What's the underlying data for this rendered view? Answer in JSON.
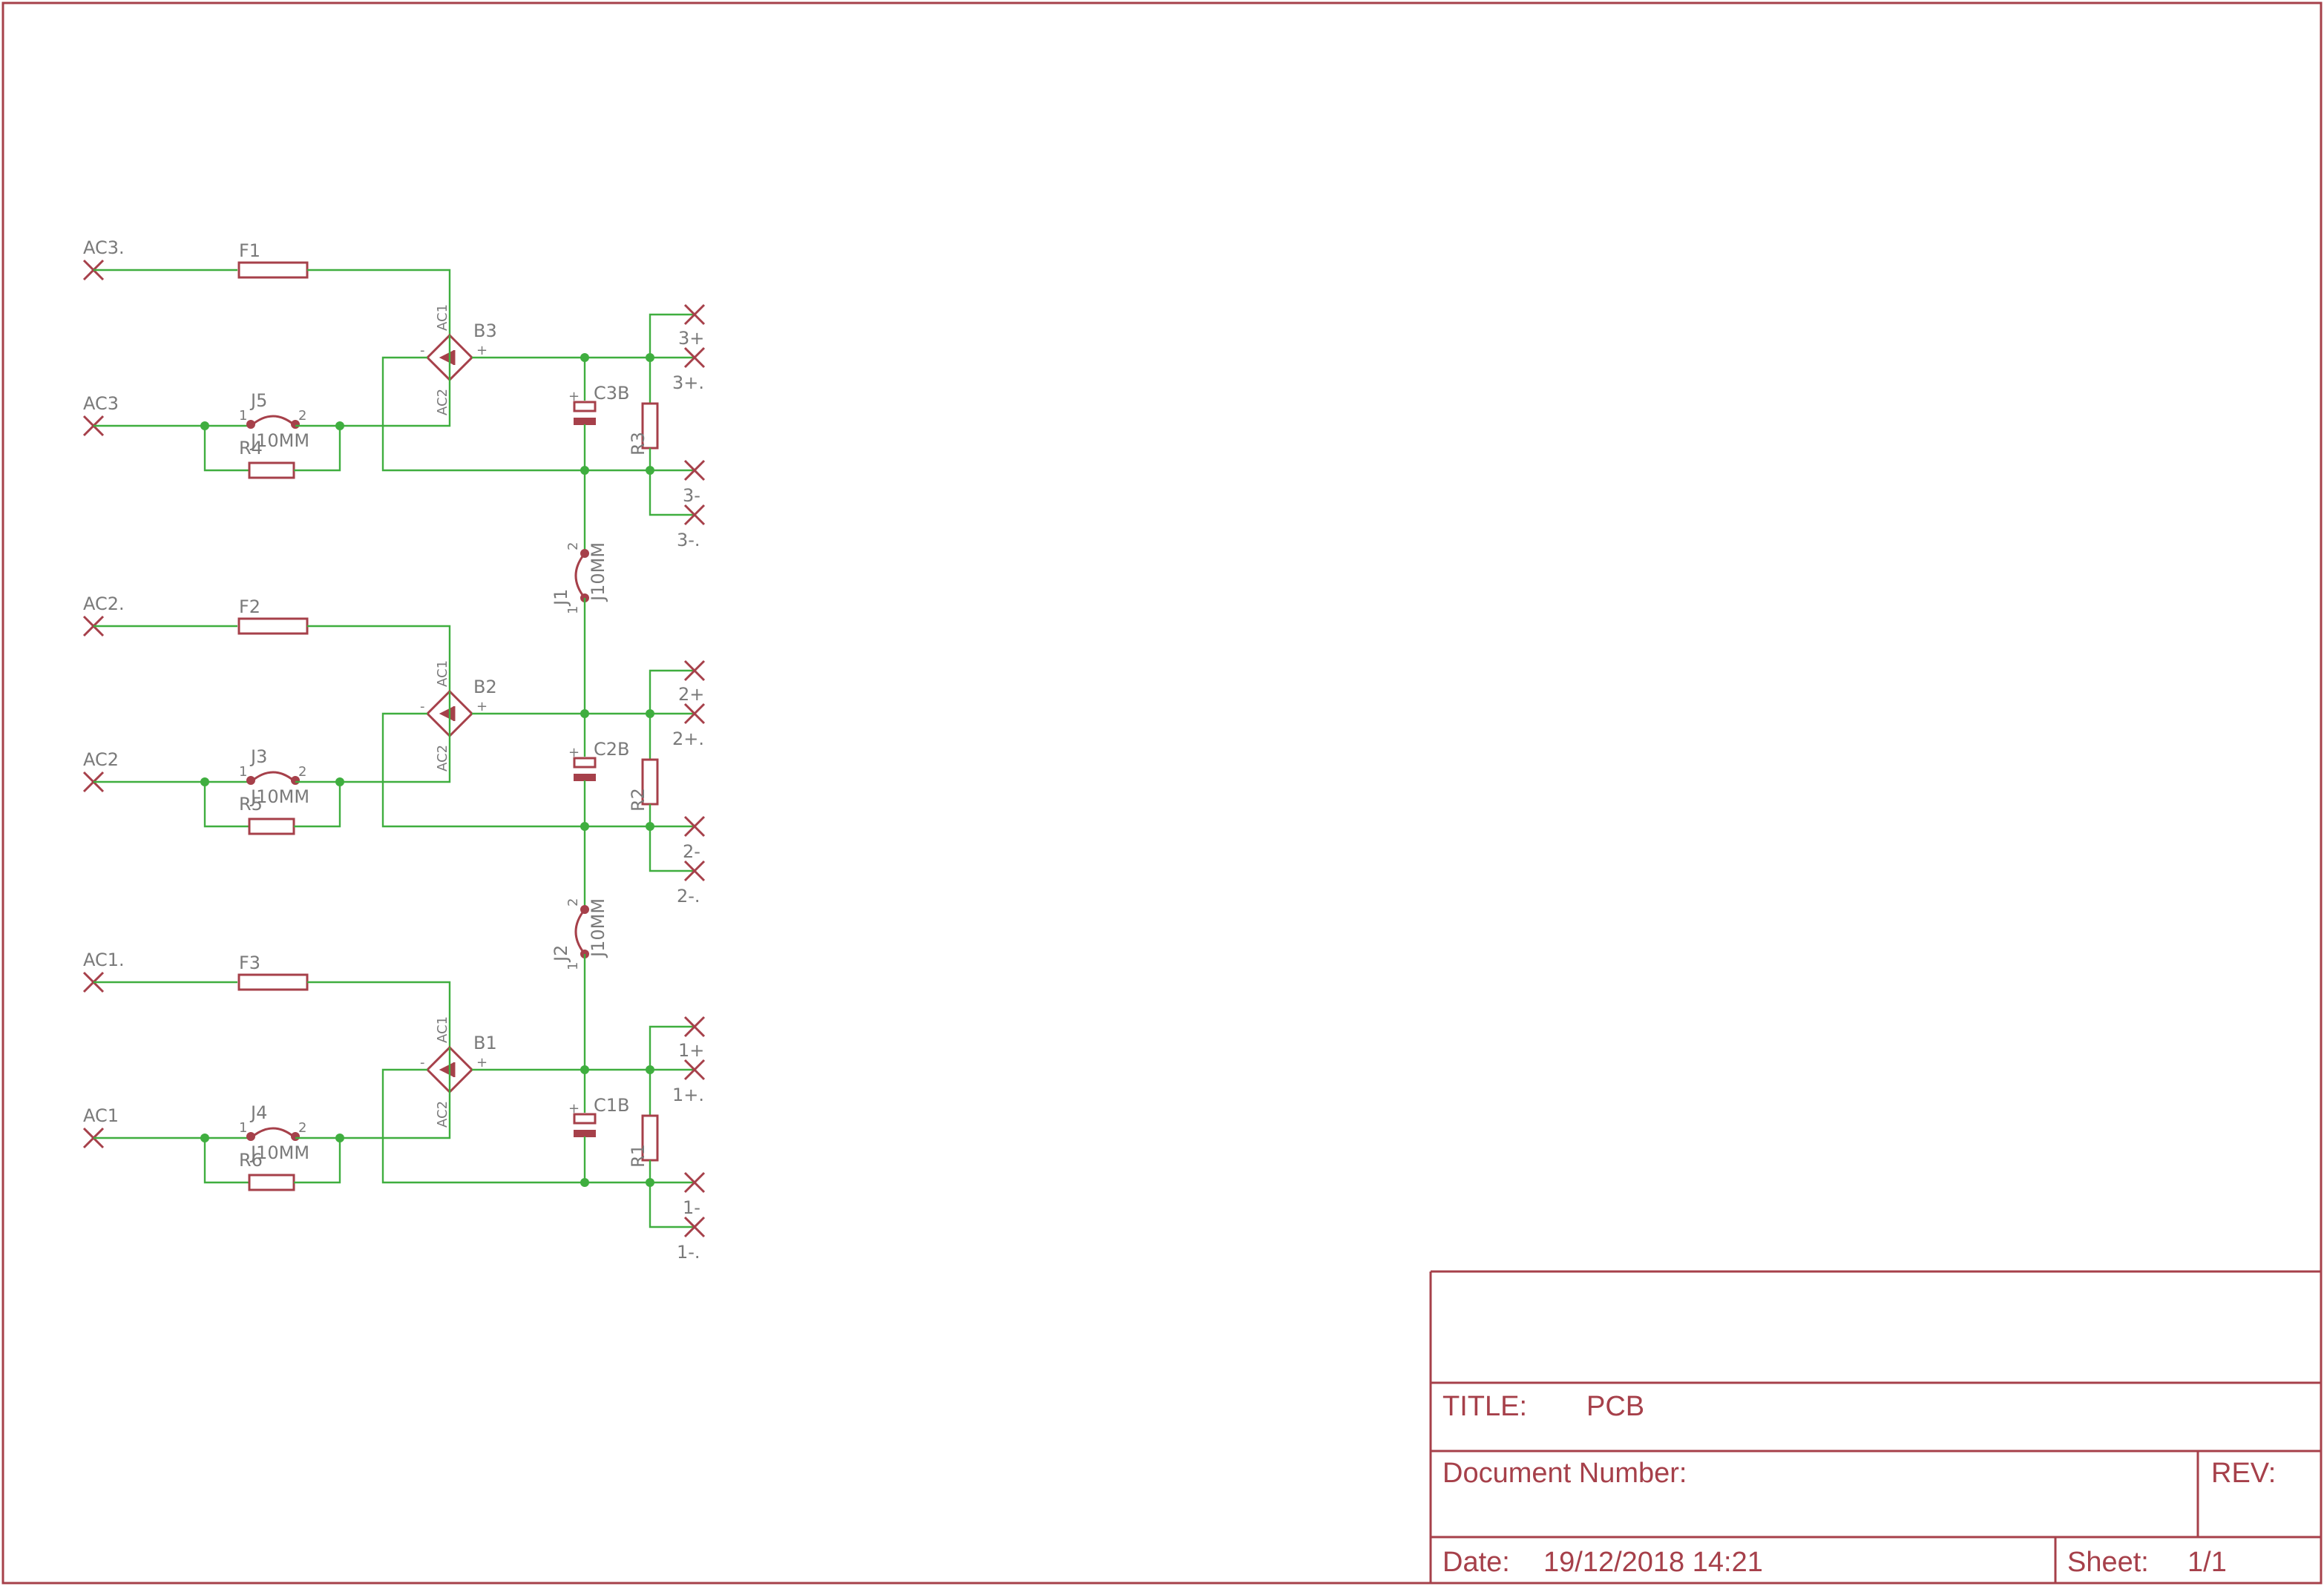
{
  "title_block": {
    "title_label": "TITLE:",
    "title_value": "PCB",
    "doc_label": "Document Number:",
    "rev_label": "REV:",
    "date_label": "Date:",
    "date_value": "19/12/2018 14:21",
    "sheet_label": "Sheet:",
    "sheet_value": "1/1"
  },
  "sections": [
    {
      "ac_a": "AC3.",
      "ac_b": "AC3",
      "fuse": "F1",
      "jumper": "J5",
      "jumper_value": "J10MM",
      "resistor_in": "R4",
      "bridge": "B3",
      "cap": "C3B",
      "resistor_out": "R3",
      "out_pos_a": "3+",
      "out_pos_b": "3+.",
      "out_neg_a": "3-",
      "out_neg_b": "3-."
    },
    {
      "ac_a": "AC2.",
      "ac_b": "AC2",
      "fuse": "F2",
      "jumper": "J3",
      "jumper_value": "J10MM",
      "resistor_in": "R5",
      "bridge": "B2",
      "cap": "C2B",
      "resistor_out": "R2",
      "out_pos_a": "2+",
      "out_pos_b": "2+.",
      "out_neg_a": "2-",
      "out_neg_b": "2-."
    },
    {
      "ac_a": "AC1.",
      "ac_b": "AC1",
      "fuse": "F3",
      "jumper": "J4",
      "jumper_value": "J10MM",
      "resistor_in": "R6",
      "bridge": "B1",
      "cap": "C1B",
      "resistor_out": "R1",
      "out_pos_a": "1+",
      "out_pos_b": "1+.",
      "out_neg_a": "1-",
      "out_neg_b": "1-."
    }
  ],
  "series_jumpers": [
    {
      "name": "J1",
      "value": "J10MM"
    },
    {
      "name": "J2",
      "value": "J10MM"
    }
  ],
  "bridge_pins": {
    "ac1": "AC1",
    "ac2": "AC2",
    "plus": "+",
    "minus": "-"
  },
  "pin_numbers": {
    "one": "1",
    "two": "2"
  },
  "cap_plus": "+",
  "colors": {
    "frame": "#a6404a",
    "wire": "#3fae3f",
    "label": "#7a7a7a"
  },
  "icons": [
    "connector-x-icon",
    "fuse-icon",
    "resistor-icon",
    "bridge-rectifier-icon",
    "capacitor-icon",
    "jumper-icon"
  ]
}
